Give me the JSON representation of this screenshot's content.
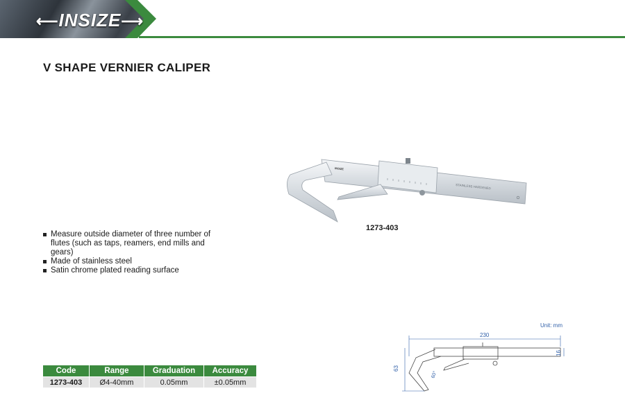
{
  "header": {
    "brand": "INSIZE",
    "colors": {
      "accent": "#3b8a3e",
      "dimension": "#2f5fa8"
    }
  },
  "title": "V SHAPE VERNIER CALIPER",
  "product": {
    "model": "1273-403",
    "scale_text": "STAINLESS HARDENED"
  },
  "features": [
    "Measure outside diameter of three number of flutes (such as taps, reamers, end mills and gears)",
    "Made of stainless steel",
    "Satin chrome plated reading surface"
  ],
  "spec_table": {
    "headers": [
      "Code",
      "Range",
      "Graduation",
      "Accuracy"
    ],
    "rows": [
      [
        "1273-403",
        "Ø4-40mm",
        "0.05mm",
        "±0.05mm"
      ]
    ]
  },
  "drawing": {
    "unit": "Unit: mm",
    "dim_length": "230",
    "dim_height": "63",
    "dim_beam": "16",
    "dim_angle": "60°"
  }
}
